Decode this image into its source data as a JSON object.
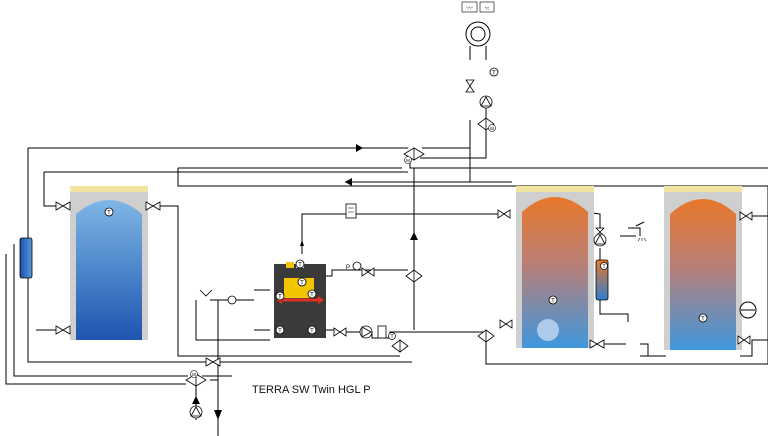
{
  "title": "TERRA SW Twin HGL P",
  "sensor_symbol": "T",
  "pressure_symbol": "P",
  "mixer_symbol": "M",
  "control_widget": {
    "left_label": "°/°/°",
    "right_label": "°C"
  },
  "colors": {
    "buffer_top": "#7fb6e6",
    "buffer_bottom": "#1d55b0",
    "dhw_top": "#e8782a",
    "dhw_bottom": "#3f97dd",
    "heat_pump_body": "#3a3a3a",
    "heat_pump_panel": "#f3c400",
    "flow_arrow": "#e03020",
    "tank_cap": "#f0e4a0",
    "pipe": "#000000"
  }
}
